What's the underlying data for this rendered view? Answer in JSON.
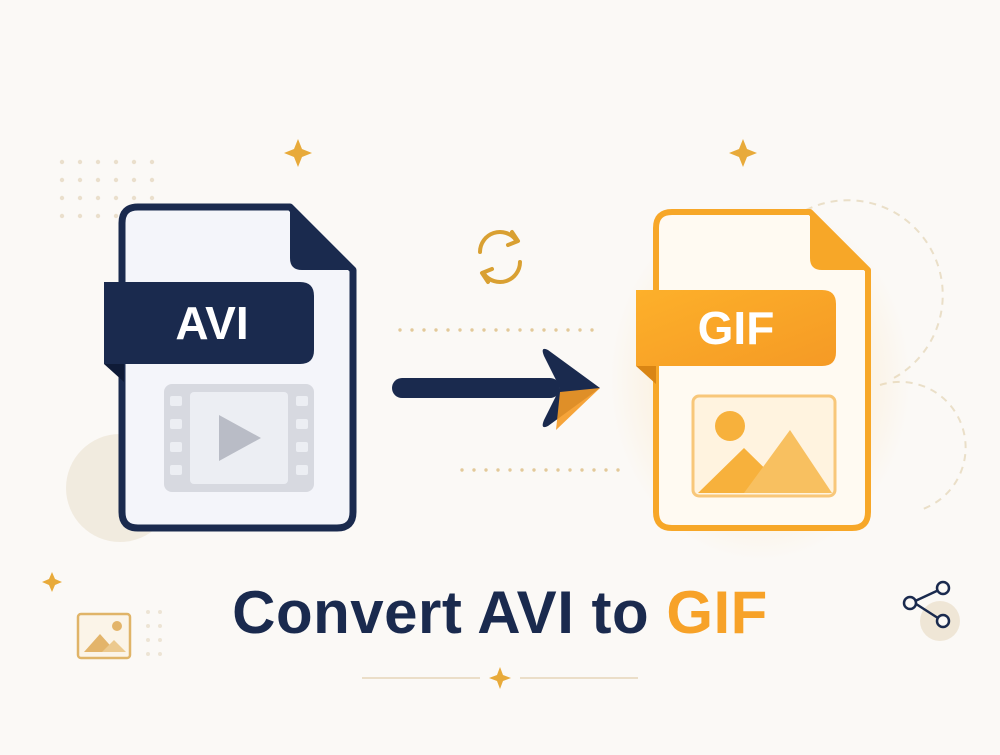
{
  "source": {
    "format_label": "AVI"
  },
  "target": {
    "format_label": "GIF"
  },
  "title": {
    "lead": "Convert AVI to",
    "accent": "GIF"
  },
  "colors": {
    "navy": "#1a2a4e",
    "orange": "#f7a228",
    "gold": "#e8aa3a",
    "background": "#fbf9f6"
  },
  "icons": {
    "source_content": "film-play-icon",
    "target_content": "image-icon",
    "conversion": "refresh-icon",
    "direction": "arrow-right-icon",
    "share": "share-icon",
    "thumbnail": "image-icon"
  }
}
